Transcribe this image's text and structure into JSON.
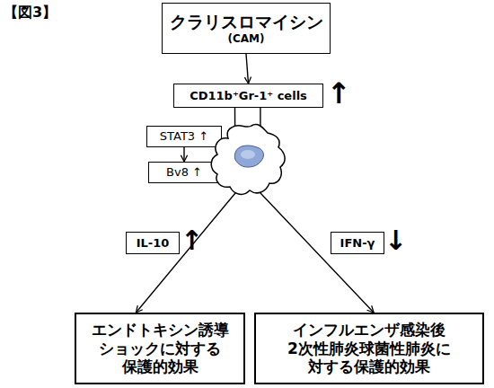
{
  "diagram": {
    "title": "【図3】",
    "nodes": [
      {
        "text": [
          "クラリスロマイシン",
          "(CAM)"
        ]
      },
      {
        "text": [
          "CD11b⁺Gr-1⁺ cells"
        ]
      },
      {
        "text": [
          "STAT3 ↑"
        ]
      },
      {
        "text": [
          "Bv8 ↑"
        ]
      },
      {
        "text": [
          "IL-10"
        ]
      },
      {
        "text": [
          "IFN-γ"
        ]
      },
      {
        "text": [
          "エンドトキシン誘導 ショックに対する 保護的効果"
        ]
      },
      {
        "text": [
          "インフルエンザ感染後 2次性肺炎球菌性肺炎に 対する保護的効果"
        ]
      }
    ],
    "edges": [
      {
        "from": 0,
        "to": 1,
        "arrow": "to"
      },
      {
        "from": 2,
        "to": 3,
        "arrow": "to"
      },
      {
        "from": 1,
        "to": 6,
        "arrow": "to"
      },
      {
        "from": 1,
        "to": 7,
        "arrow": "to"
      }
    ],
    "labels": [
      "↑",
      "↑",
      "↓"
    ]
  }
}
